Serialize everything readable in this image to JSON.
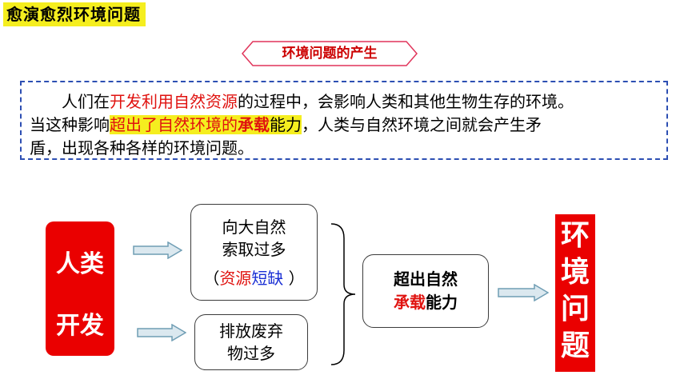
{
  "page_title": "愈演愈烈环境问题",
  "section_title": "环境问题的产生",
  "paragraph": {
    "line1": [
      {
        "text": "　　人们在",
        "style": "normal"
      },
      {
        "text": "开发利用自然资源",
        "style": "red"
      },
      {
        "text": "的过程中，会影响人类和其他生物生存的环境。",
        "style": "normal"
      }
    ],
    "line2": [
      {
        "text": "当这种影响",
        "style": "normal"
      },
      {
        "text": "超出了自然环境的",
        "style": "red-highlight"
      },
      {
        "text": "承载",
        "style": "red-bold-highlight"
      },
      {
        "text": "能力",
        "style": "highlight"
      },
      {
        "text": "，人类与自然环境之间就会产生矛",
        "style": "normal"
      }
    ],
    "line3": [
      {
        "text": "盾，出现各种各样的环境问题。",
        "style": "normal"
      }
    ]
  },
  "diagram": {
    "human": {
      "line1": "人类",
      "line2": "开发"
    },
    "box_demand": {
      "line1": "向大自然",
      "line2": "索取过多",
      "paren_open": "（",
      "resource": "资源",
      "shortage": "短缺",
      "paren_close": " ）"
    },
    "box_emission": {
      "line1": "排放废弃",
      "line2": "物过多"
    },
    "box_exceed": {
      "line1": "超出自然",
      "line2_red": "承载",
      "line2_black": "能力"
    },
    "result": [
      "环",
      "境",
      "问",
      "题"
    ]
  },
  "colors": {
    "title_highlight": "#f5ee1f",
    "accent_red": "#ea0000",
    "text_red": "#e0120f",
    "dash_border": "#2d4fb3",
    "arrow_fill": "#dbe8ef",
    "arrow_stroke": "#6f9db4",
    "blue_text": "#1a2fd4"
  }
}
